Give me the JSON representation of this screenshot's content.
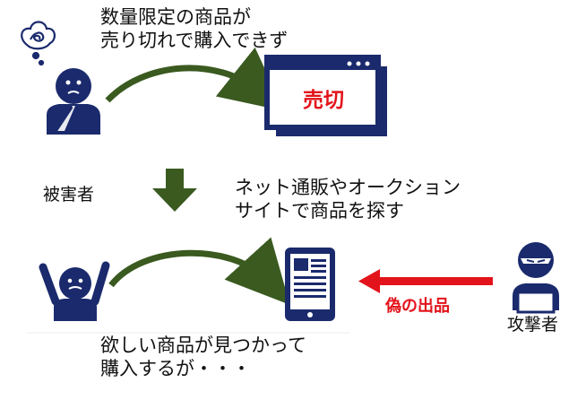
{
  "captions": {
    "top": [
      "数量限定の商品が",
      "売り切れで購入できず"
    ],
    "victim": "被害者",
    "middle": [
      "ネット通販やオークション",
      "サイトで商品を探す"
    ],
    "bottom": [
      "欲しい商品が見つかって",
      "購入するが・・・"
    ],
    "attacker": "攻撃者"
  },
  "labels": {
    "sold_out": "売切",
    "fake_listing": "偽の出品"
  },
  "colors": {
    "navy": "#1a2a6c",
    "green_arrow": "#3a5a20",
    "red": "#e3131b"
  }
}
